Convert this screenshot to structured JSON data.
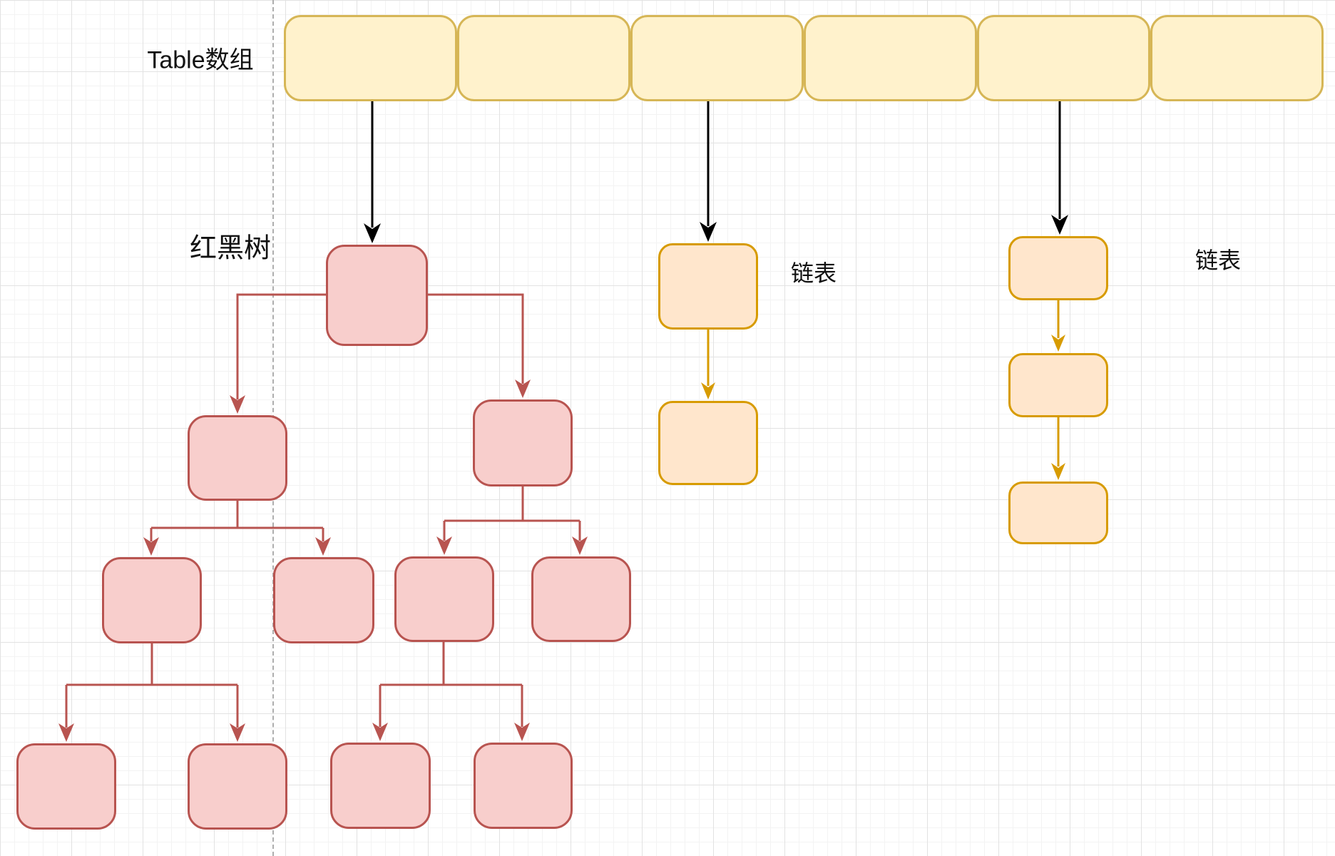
{
  "labels": {
    "table_array": "Table数组",
    "red_black_tree": "红黑树",
    "linked_list_1": "链表",
    "linked_list_2": "链表"
  },
  "palette": {
    "canvas_bg": "#FFFFFF",
    "grid_minor": "#F3F3F3",
    "grid_major": "#E2E2E2",
    "dashed_guide": "#ADADAD",
    "label_color": "#111111",
    "array_fill": "#FFF2CC",
    "array_stroke": "#D6B656",
    "tree_fill": "#F8CECC",
    "tree_stroke": "#B85450",
    "list_fill": "#FFE6CC",
    "list_stroke": "#D79B00",
    "black_arrow": "#000000"
  },
  "structure": {
    "array_cell_count": 6,
    "tree_node_count": 11,
    "list1_node_count": 2,
    "list2_node_count": 3,
    "edges": [
      {
        "from": "array-cell-1",
        "to": "tree-node-root"
      },
      {
        "from": "array-cell-3",
        "to": "list1-node-1"
      },
      {
        "from": "array-cell-5",
        "to": "list2-node-1"
      },
      {
        "from": "tree-node-root",
        "to": "tree-node-l"
      },
      {
        "from": "tree-node-root",
        "to": "tree-node-r"
      },
      {
        "from": "tree-node-l",
        "to": "tree-node-ll"
      },
      {
        "from": "tree-node-l",
        "to": "tree-node-lr"
      },
      {
        "from": "tree-node-r",
        "to": "tree-node-rl"
      },
      {
        "from": "tree-node-r",
        "to": "tree-node-rr"
      },
      {
        "from": "tree-node-ll",
        "to": "tree-node-lll"
      },
      {
        "from": "tree-node-ll",
        "to": "tree-node-llr"
      },
      {
        "from": "tree-node-rl",
        "to": "tree-node-rll"
      },
      {
        "from": "tree-node-rl",
        "to": "tree-node-rlr"
      },
      {
        "from": "list1-node-1",
        "to": "list1-node-2"
      },
      {
        "from": "list2-node-1",
        "to": "list2-node-2"
      },
      {
        "from": "list2-node-2",
        "to": "list2-node-3"
      }
    ]
  }
}
